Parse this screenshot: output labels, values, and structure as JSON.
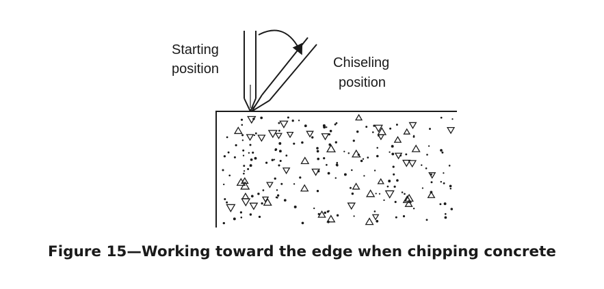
{
  "labels": {
    "starting": [
      "Starting",
      "position"
    ],
    "chiseling": [
      "Chiseling",
      "position"
    ]
  },
  "caption": "Figure 15—Working toward the edge when chipping concrete",
  "colors": {
    "ink": "#1a1a1a",
    "background": "#ffffff"
  }
}
